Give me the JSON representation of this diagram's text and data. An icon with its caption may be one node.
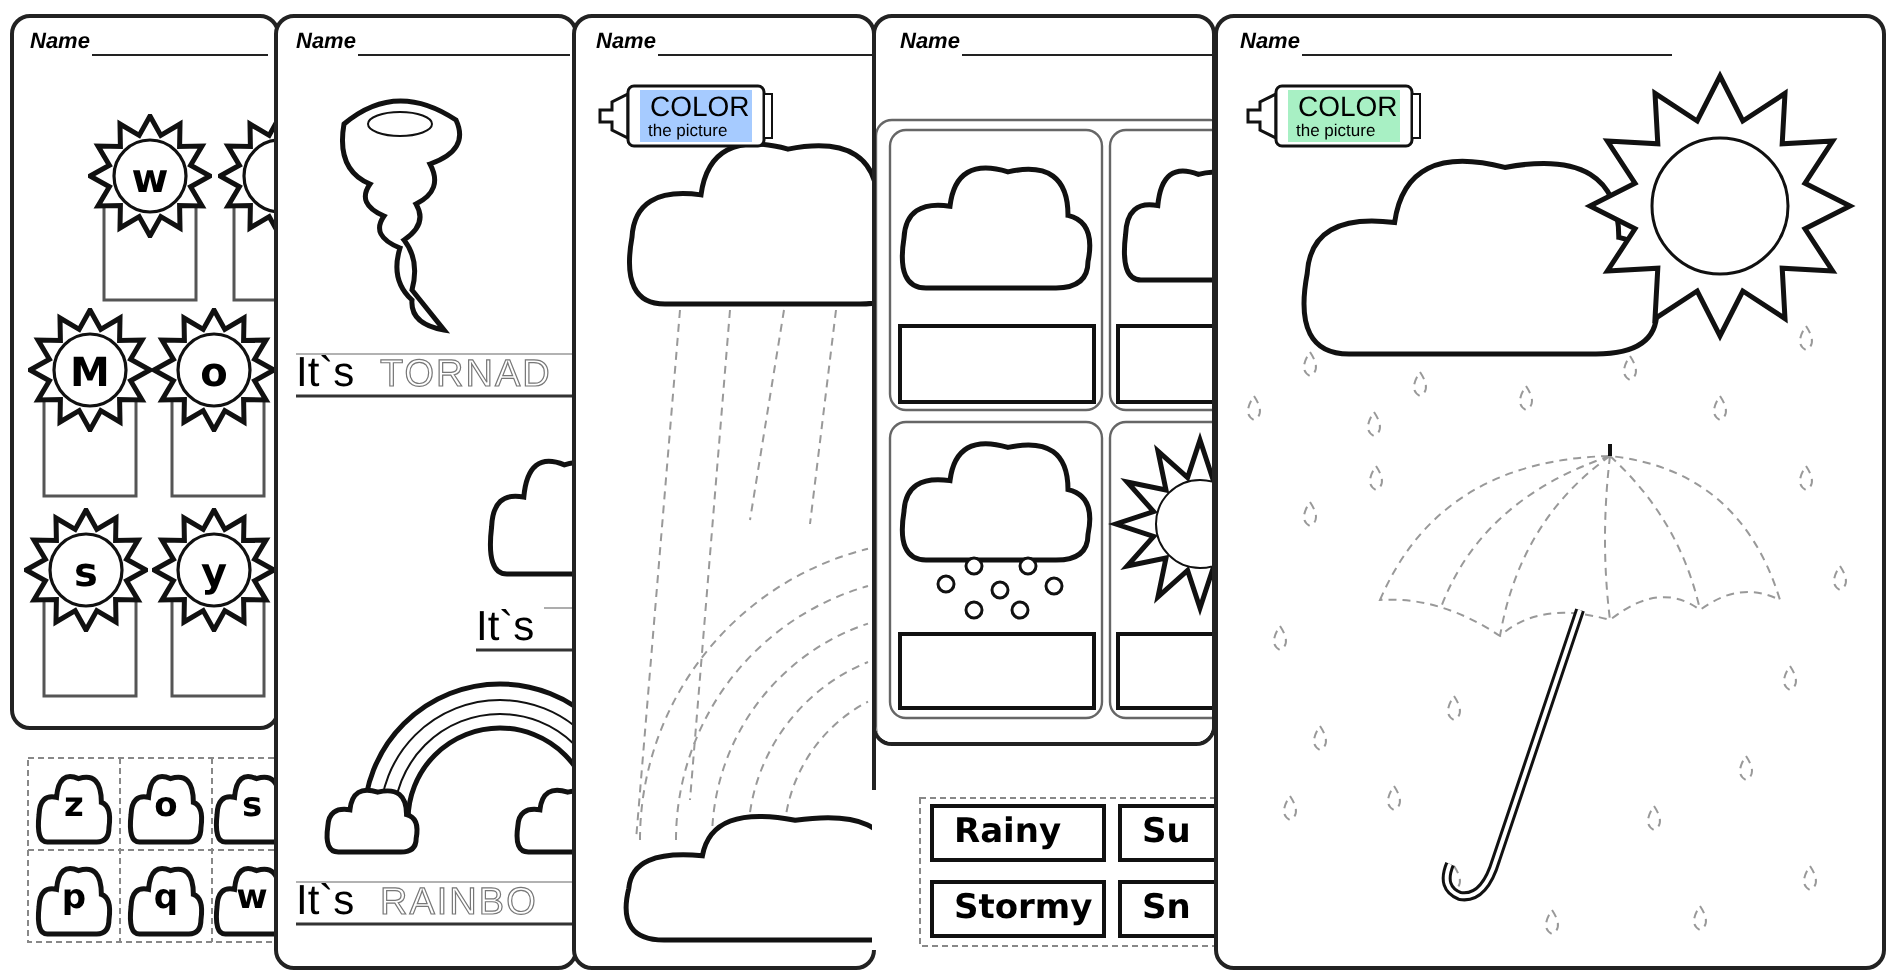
{
  "diagram": {
    "nodes": [
      {
        "text": [
          "w"
        ]
      },
      {
        "text": [],
        "shape": "circle"
      },
      {
        "text": [
          "M"
        ]
      },
      {
        "text": [
          "o"
        ]
      },
      {
        "text": [
          "s"
        ]
      },
      {
        "text": [
          "y"
        ]
      },
      {
        "text": [
          "z"
        ]
      },
      {
        "text": [
          "o"
        ]
      },
      {
        "text": [
          "s"
        ]
      },
      {
        "text": [
          "p"
        ]
      },
      {
        "text": [
          "q"
        ]
      },
      {
        "text": [
          "w"
        ]
      },
      {
        "text": [
          "COLOR",
          "the picture"
        ]
      },
      {
        "text": [
          "Rainy"
        ]
      },
      {
        "text": [
          "Su"
        ]
      },
      {
        "text": [
          "Stormy"
        ]
      },
      {
        "text": [
          "Sn"
        ]
      },
      {
        "text": [
          "COLOR",
          "the picture"
        ]
      }
    ],
    "labels": [
      "Name",
      "Name",
      "It`s",
      "TORNAD",
      "It`s",
      "It`s",
      "RAINBO",
      "Name",
      "Name",
      "Name"
    ]
  }
}
